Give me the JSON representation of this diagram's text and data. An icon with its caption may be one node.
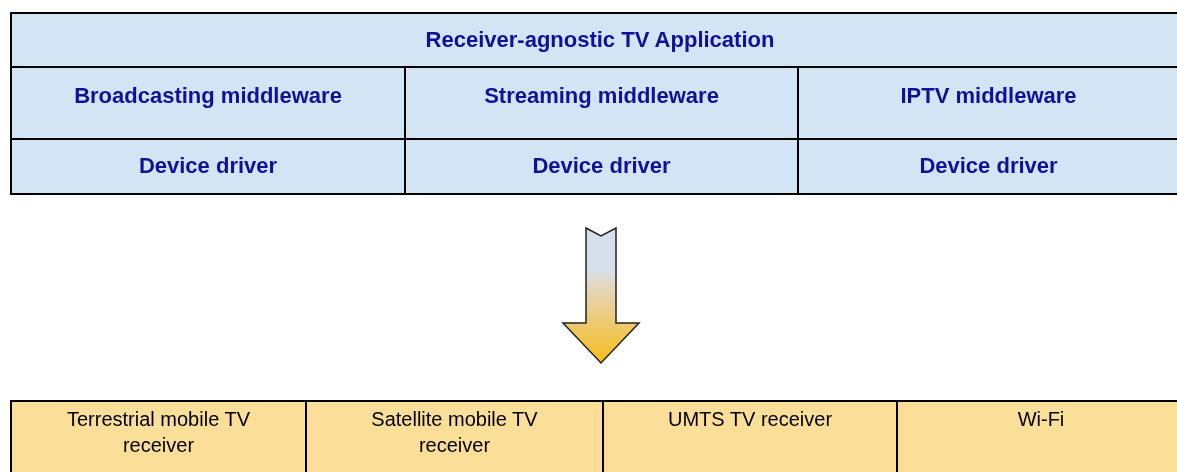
{
  "diagram": {
    "nodes": [
      {
        "text": [
          "Receiver-agnostic TV Application"
        ]
      },
      {
        "text": [
          "Broadcasting middleware"
        ]
      },
      {
        "text": [
          "Streaming middleware"
        ]
      },
      {
        "text": [
          "IPTV middleware"
        ]
      },
      {
        "text": [
          "Device driver"
        ]
      },
      {
        "text": [
          "Device driver"
        ]
      },
      {
        "text": [
          "Device driver"
        ]
      },
      {
        "text": [
          "Terrestrial mobile TV receiver"
        ]
      },
      {
        "text": [
          "Satellite mobile TV receiver"
        ]
      },
      {
        "text": [
          "UMTS TV receiver"
        ]
      },
      {
        "text": [
          "Wi-Fi"
        ]
      }
    ]
  }
}
